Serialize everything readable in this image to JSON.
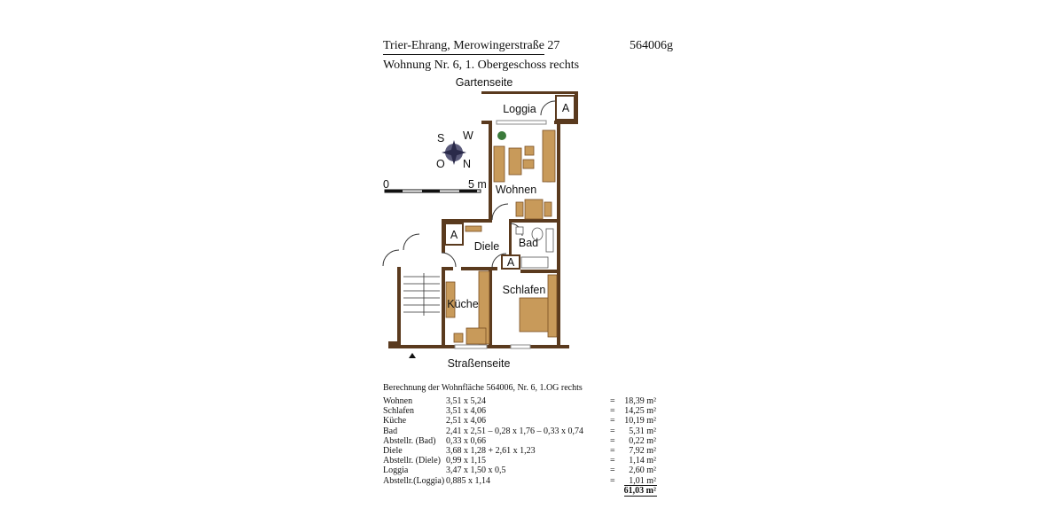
{
  "header": {
    "address": "Trier-Ehrang, Merowingerstraße 27",
    "object_code": "564006g",
    "unit": "Wohnung Nr. 6, 1. Obergeschoss rechts"
  },
  "plan": {
    "garden_side": "Gartenseite",
    "street_side": "Straßenseite",
    "compass": [
      "S",
      "W",
      "N",
      "O"
    ],
    "scale_start": "0",
    "scale_end": "5 m",
    "rooms": {
      "loggia": "Loggia",
      "wohnen": "Wohnen",
      "dielle": "Diele",
      "bad": "Bad",
      "schlafen": "Schlafen",
      "kueche": "Küche"
    },
    "storage_mark": "A"
  },
  "calculation": {
    "title": "Berechnung der Wohnfläche 564006, Nr. 6, 1.OG rechts",
    "rows": [
      {
        "name": "Wohnen",
        "formula": "3,51 x 5,24",
        "eq": "=",
        "value": "18,39 m²"
      },
      {
        "name": "Schlafen",
        "formula": "3,51 x 4,06",
        "eq": "=",
        "value": "14,25 m²"
      },
      {
        "name": "Küche",
        "formula": "2,51 x 4,06",
        "eq": "=",
        "value": "10,19 m²"
      },
      {
        "name": "Bad",
        "formula": "2,41 x 2,51 – 0,28 x 1,76 – 0,33 x 0,74",
        "eq": "=",
        "value": "5,31 m²"
      },
      {
        "name": "Abstellr. (Bad)",
        "formula": "0,33 x 0,66",
        "eq": "=",
        "value": "0,22 m²"
      },
      {
        "name": "Diele",
        "formula": "3,68 x 1,28 + 2,61 x 1,23",
        "eq": "=",
        "value": "7,92 m²"
      },
      {
        "name": "Abstellr. (Diele)",
        "formula": "0,99 x 1,15",
        "eq": "=",
        "value": "1,14 m²"
      },
      {
        "name": "Loggia",
        "formula": "3,47 x 1,50 x 0,5",
        "eq": "=",
        "value": "2,60 m²"
      },
      {
        "name": "Abstellr.(Loggia)",
        "formula": "0,885 x 1,14",
        "eq": "=",
        "value": "1,01 m²"
      }
    ],
    "total": "61,03 m²"
  }
}
